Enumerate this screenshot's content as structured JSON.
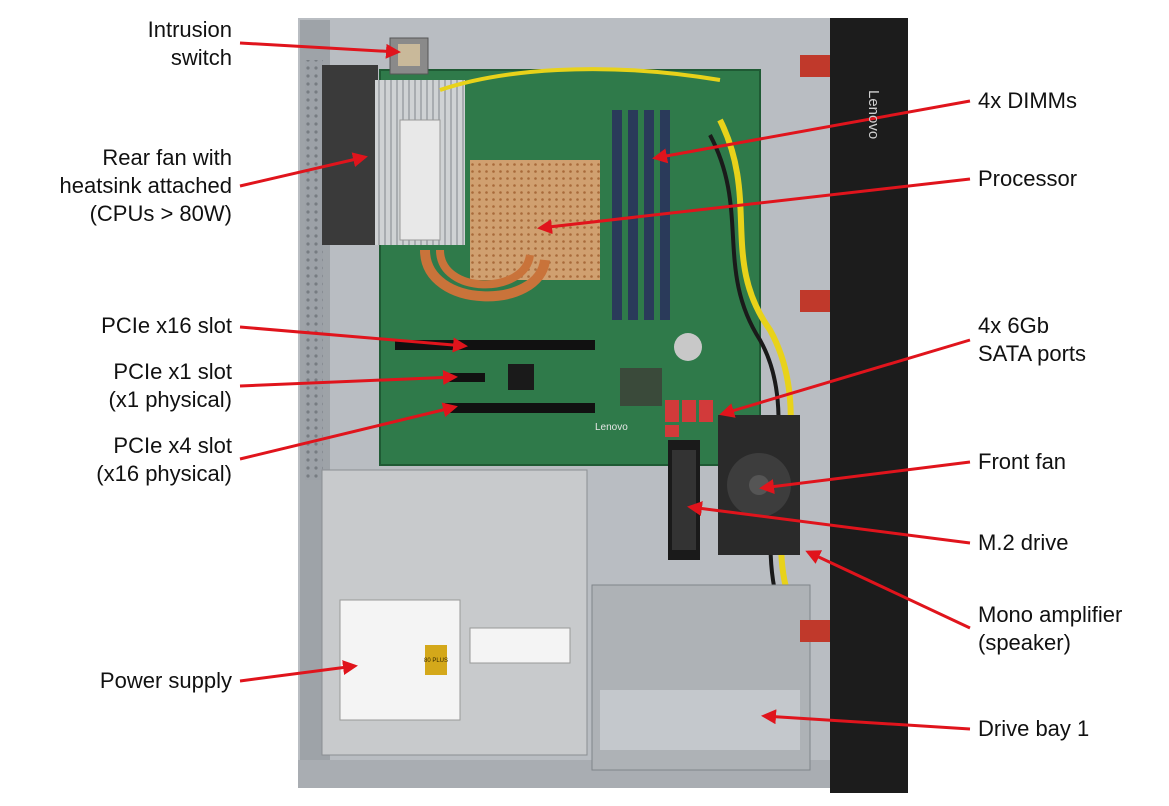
{
  "colors": {
    "leader_line": "#e0141c",
    "chassis_steel": "#b9bdc2",
    "motherboard": "#2f7a4a",
    "front_bezel": "#1c1c1c",
    "copper_heatpipe": "#c9733a",
    "dimm": "#2a3a5a",
    "psu": "#c8cacc",
    "cable_yellow": "#e8d21a",
    "sata_red": "#d23a3a"
  },
  "callouts": {
    "intrusion_switch": {
      "line1": "Intrusion",
      "line2": "switch"
    },
    "rear_fan": {
      "line1": "Rear fan with",
      "line2": "heatsink attached",
      "line3": "(CPUs > 80W)"
    },
    "pcie_x16": {
      "line1": "PCIe x16 slot"
    },
    "pcie_x1": {
      "line1": "PCIe x1 slot",
      "line2": "(x1 physical)"
    },
    "pcie_x4": {
      "line1": "PCIe x4 slot",
      "line2": "(x16 physical)"
    },
    "power_supply": {
      "line1": "Power supply"
    },
    "dimms": {
      "line1": "4x DIMMs"
    },
    "processor": {
      "line1": "Processor"
    },
    "sata_ports": {
      "line1": "4x 6Gb",
      "line2": "SATA ports"
    },
    "front_fan": {
      "line1": "Front fan"
    },
    "m2_drive": {
      "line1": "M.2 drive"
    },
    "mono_amplifier": {
      "line1": "Mono amplifier",
      "line2": "(speaker)"
    },
    "drive_bay": {
      "line1": "Drive bay 1"
    }
  },
  "photo_text": {
    "bezel_brand": "Lenovo",
    "board_brand": "Lenovo",
    "psu_80plus": "80 PLUS"
  }
}
